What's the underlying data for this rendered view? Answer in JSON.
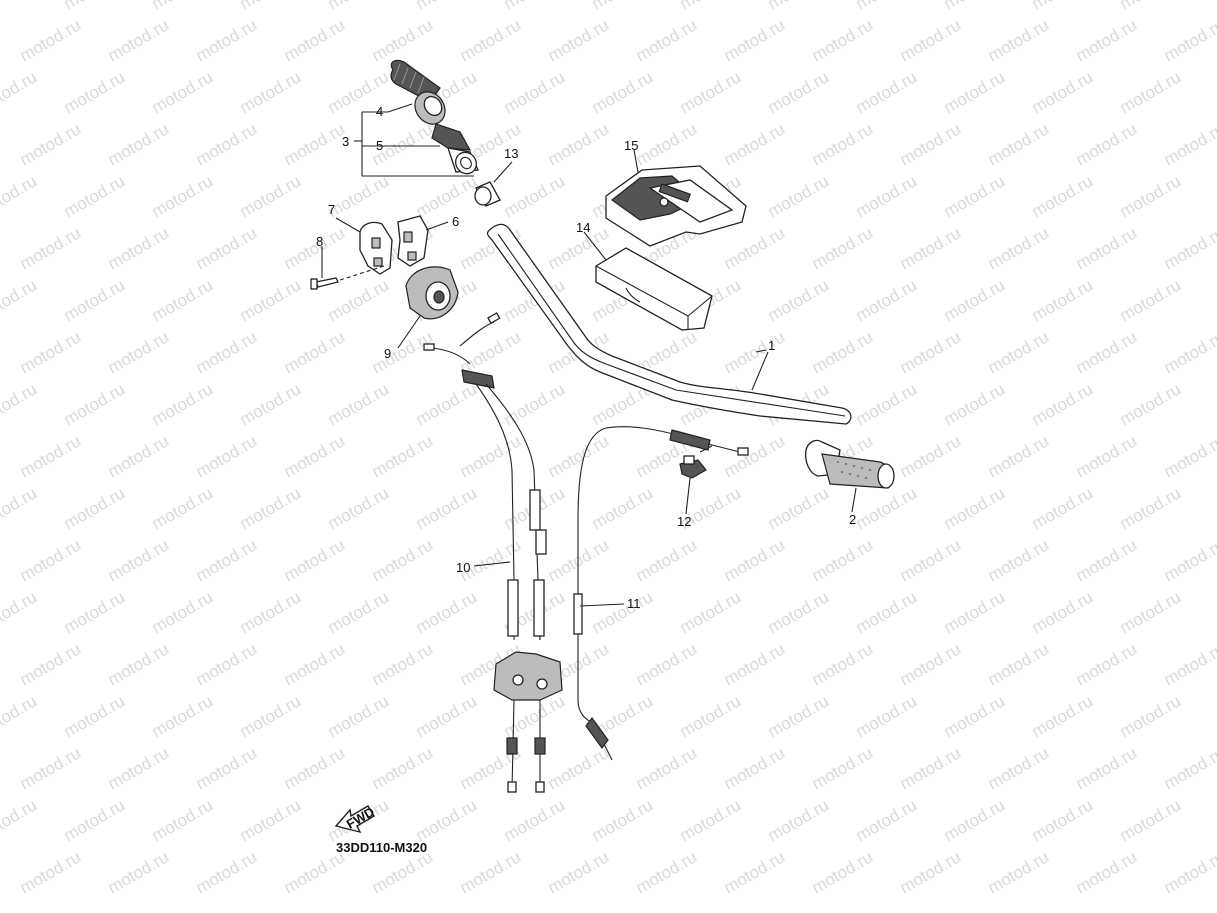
{
  "watermark": "motod.ru",
  "diagram_code": "33DD110-M320",
  "fwd_label": "FWD",
  "callouts": {
    "c1": "1",
    "c2": "2",
    "c3": "3",
    "c4": "4",
    "c5": "5",
    "c6": "6",
    "c7": "7",
    "c8": "8",
    "c9": "9",
    "c10": "10",
    "c11": "11",
    "c12": "12",
    "c13": "13",
    "c14": "14",
    "c15": "15"
  }
}
